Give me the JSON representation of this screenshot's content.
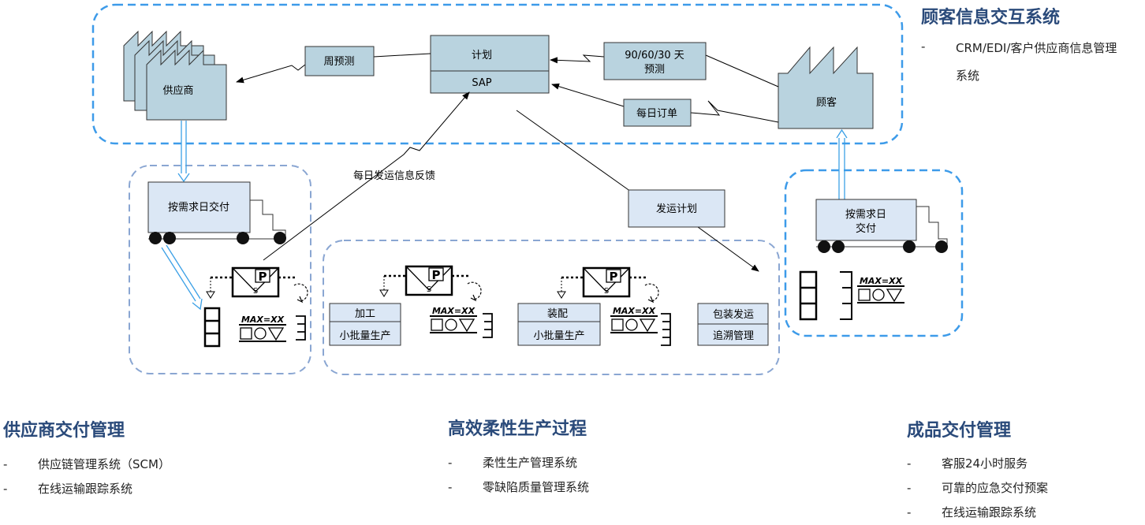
{
  "diagram": {
    "supplier": "供应商",
    "customer": "顾客",
    "plan": "计划",
    "sap": "SAP",
    "weekly_forecast": "周预测",
    "forecast_line1": "90/60/30 天",
    "forecast_line2": "预测",
    "daily_order": "每日订单",
    "shipping_feedback": "每日发运信息反馈",
    "shipping_plan": "发运计划",
    "truck_left": "按需求日交付",
    "truck_right_line1": "按需求日",
    "truck_right_line2": "交付",
    "process_label": "P",
    "process_sub": "S",
    "max_label": "MAX=XX",
    "proc1_top": "加工",
    "proc1_bottom": "小批量生产",
    "proc2_top": "装配",
    "proc2_bottom": "小批量生产",
    "proc3_top": "包装发运",
    "proc3_bottom": "追溯管理"
  },
  "customer_info": {
    "title": "顾客信息交互系统",
    "item_line1": "CRM/EDI/客户供应商信息管理",
    "item_line2": "系统"
  },
  "supplier_mgmt": {
    "title": "供应商交付管理",
    "items": [
      "供应链管理系统（SCM）",
      "在线运输跟踪系统"
    ]
  },
  "production": {
    "title": "高效柔性生产过程",
    "items": [
      "柔性生产管理系统",
      "零缺陷质量管理系统"
    ]
  },
  "delivery": {
    "title": "成品交付管理",
    "items": [
      "客服24小时服务",
      "可靠的应急交付预案",
      "在线运输跟踪系统"
    ]
  },
  "colors": {
    "box_fill": "#b9d3df",
    "light_fill": "#dbe7f5",
    "dash_blue": "#3d9be9",
    "dash_grey": "#8aa6d2",
    "heading": "#2a4a7a"
  }
}
